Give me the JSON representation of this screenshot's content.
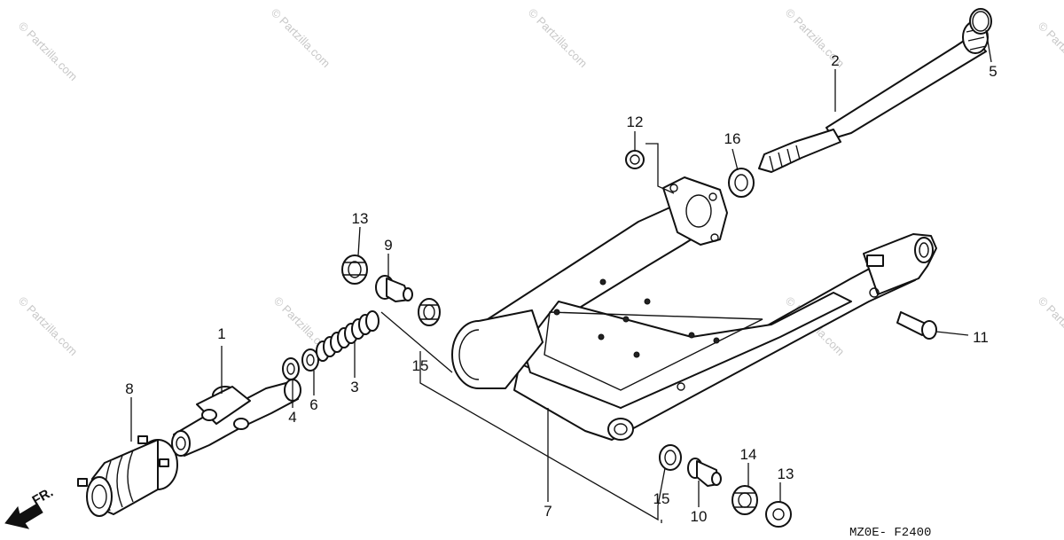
{
  "diagram": {
    "watermark_text": "© Partzilla.com",
    "drawing_code": "MZ0E- F2400",
    "front_arrow_label": "FR.",
    "callouts": {
      "c1": "1",
      "c2": "2",
      "c3": "3",
      "c4": "4",
      "c5": "5",
      "c6": "6",
      "c7": "7",
      "c8": "8",
      "c9": "9",
      "c10": "10",
      "c11": "11",
      "c12": "12",
      "c13a": "13",
      "c13b": "13",
      "c14": "14",
      "c15a": "15",
      "c15b": "15",
      "c16": "16"
    }
  }
}
